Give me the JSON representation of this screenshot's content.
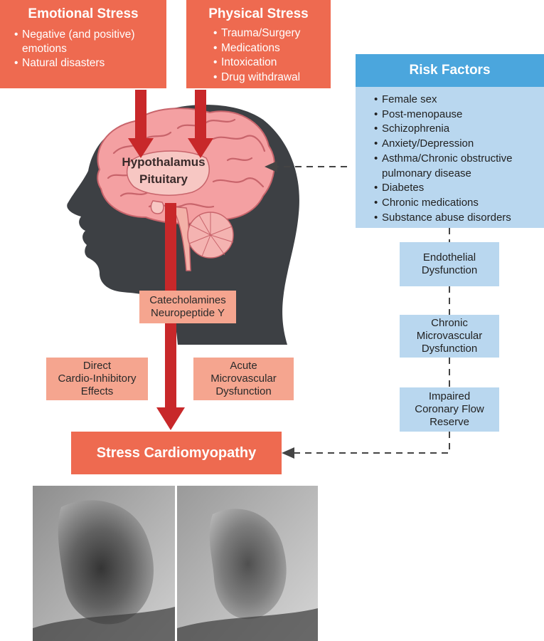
{
  "emotional": {
    "title": "Emotional Stress",
    "items": [
      "Negative (and positive) emotions",
      "Natural disasters"
    ]
  },
  "physical": {
    "title": "Physical Stress",
    "items": [
      "Trauma/Surgery",
      "Medications",
      "Intoxication",
      "Drug withdrawal"
    ]
  },
  "risk": {
    "title": "Risk Factors",
    "items": [
      "Female sex",
      "Post-menopause",
      "Schizophrenia",
      "Anxiety/Depression",
      "Asthma/Chronic obstructive pulmonary disease",
      "Diabetes",
      "Chronic medications",
      "Substance abuse disorders"
    ]
  },
  "brain": {
    "line1": "Hypothalamus",
    "line2": "Pituitary"
  },
  "mediators": {
    "line1": "Catecholamines",
    "line2": "Neuropeptide Y"
  },
  "effects": {
    "direct": [
      "Direct",
      "Cardio-Inhibitory",
      "Effects"
    ],
    "acute": [
      "Acute",
      "Microvascular",
      "Dysfunction"
    ]
  },
  "chain": {
    "endothelial": [
      "Endothelial",
      "Dysfunction"
    ],
    "chronic": [
      "Chronic",
      "Microvascular",
      "Dysfunction"
    ],
    "impaired": [
      "Impaired",
      "Coronary Flow",
      "Reserve"
    ]
  },
  "outcome": {
    "label": "Stress Cardiomyopathy"
  },
  "colors": {
    "stress": "#ee6a50",
    "salmon": "#f5a58f",
    "risk_header": "#4ba6dd",
    "light_blue": "#b9d7ef",
    "arrow_red": "#c8282a",
    "head": "#3d4044",
    "brain": "#f4a0a2"
  }
}
